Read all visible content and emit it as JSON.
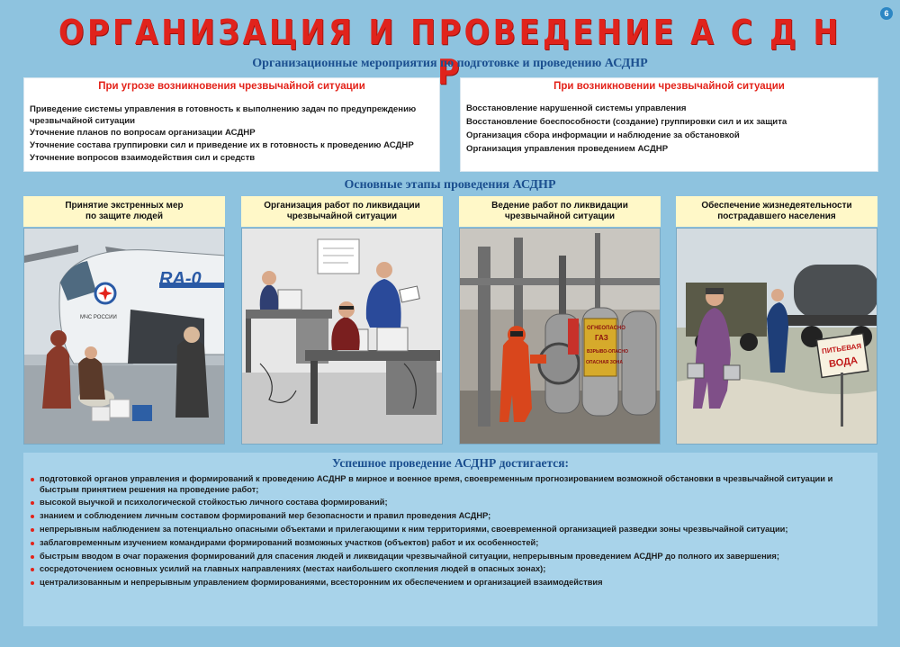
{
  "header": {
    "title": "ОРГАНИЗАЦИЯ  И  ПРОВЕДЕНИЕ  А С Д Н Р",
    "page_number": "6",
    "subtitle": "Организационные мероприятия по подготовке и проведению АСДНР"
  },
  "threat_box": {
    "heading": "При угрозе возникновения чрезвычайной ситуации",
    "items": [
      "Приведение системы управления в готовность к выполнению задач по предупреждению чрезвычайной ситуации",
      "Уточнение планов по вопросам организации АСДНР",
      "Уточнение состава группировки сил и приведение их в готовность к проведению АСДНР",
      "Уточнение вопросов взаимодействия сил и средств"
    ]
  },
  "emergency_box": {
    "heading": "При возникновении чрезвычайной ситуации",
    "items": [
      "Восстановление нарушенной системы управления",
      "Восстановление боеспособности (создание) группировки сил  и их защита",
      "Организация сбора информации и наблюдение за обстановкой",
      "Организация управления проведением АСДНР"
    ]
  },
  "stages": {
    "title": "Основные этапы проведения АСДНР",
    "items": [
      {
        "label": "Принятие экстренных мер\nпо защите людей"
      },
      {
        "label": "Организация работ по ликвидации\nчрезвычайной ситуации"
      },
      {
        "label": "Ведение работ по ликвидации\nчрезвычайной ситуации"
      },
      {
        "label": "Обеспечение жизнедеятельности\nпострадавшего населения"
      }
    ]
  },
  "illustration_text": {
    "helicopter_reg": "RA-0",
    "helicopter_mark": "МЧС РОССИИ",
    "tank_sign_1": "ОГНЕОПАСНО",
    "tank_sign_2": "ГАЗ",
    "tank_sign_3": "ВЗРЫВО-ОПАСНО",
    "tank_sign_4": "ОПАСНАЯ ЗОНА",
    "water_sign_line1": "ПИТЬЕВАЯ",
    "water_sign_line2": "ВОДА"
  },
  "success": {
    "title": "Успешное проведение АСДНР достигается:",
    "items": [
      "подготовкой органов управления и формирований к проведению АСДНР в мирное и военное время, своевременным прогнозированием возможной обстановки в чрезвычайной ситуации и быстрым принятием решения на проведение работ;",
      "высокой выучкой и психологической стойкостью личного состава формирований;",
      "знанием и соблюдением личным составом формирований мер безопасности и правил проведения АСДНР;",
      "непрерывным наблюдением за потенциально опасными объектами и прилегающими к ним территориями, своевременной организацией разведки зоны чрезвычайной ситуации;",
      "заблаговременным изучением командирами формирований возможных участков (объектов) работ и их особенностей;",
      "быстрым вводом в очаг поражения формирований для спасения людей и ликвидации чрезвычайной ситуации, непрерывным проведением АСДНР до полного их завершения;",
      "сосредоточением основных усилий на главных направлениях (местах наибольшего скопления людей в опасных зонах);",
      "централизованным и непрерывным управлением формированиями, всесторонним их обеспечением и организацией взаимодействия"
    ]
  },
  "colors": {
    "background": "#8ec3df",
    "title_red": "#e0231c",
    "heading_blue": "#1b4f8f",
    "label_yellow": "#fff8c8"
  }
}
